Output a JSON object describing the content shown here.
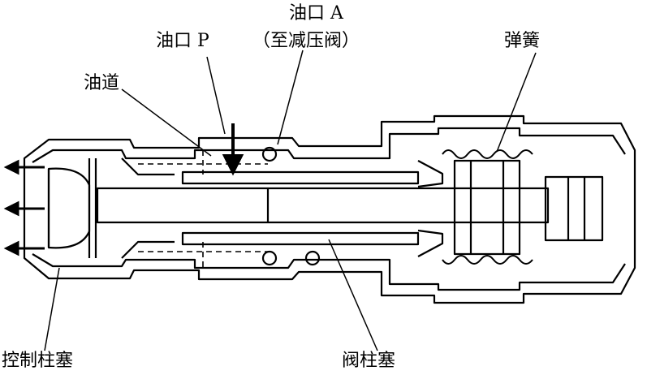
{
  "labels": {
    "port_a": "油口 A",
    "port_a_note": "（至减压阀）",
    "port_p": "油口 P",
    "spring": "弹簧",
    "oil_channel": "油道",
    "control_plunger": "控制柱塞",
    "valve_spool": "阀柱塞"
  },
  "colors": {
    "line": "#000000",
    "background": "#ffffff"
  }
}
